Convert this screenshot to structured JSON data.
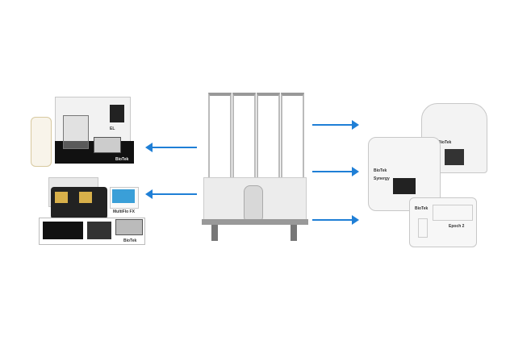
{
  "instruments": {
    "left_top": {
      "brand": "BioTek",
      "model": "EL"
    },
    "left_bottom": {
      "brand": "BioTek",
      "model": "MultiFlo FX"
    },
    "right_back": {
      "brand": "BioTek"
    },
    "right_middle": {
      "brand": "BioTek",
      "model": "Synergy"
    },
    "right_bottom": {
      "brand": "BioTek",
      "model": "Epoch 2"
    }
  },
  "colors": {
    "arrow": "#1f7fd6"
  }
}
